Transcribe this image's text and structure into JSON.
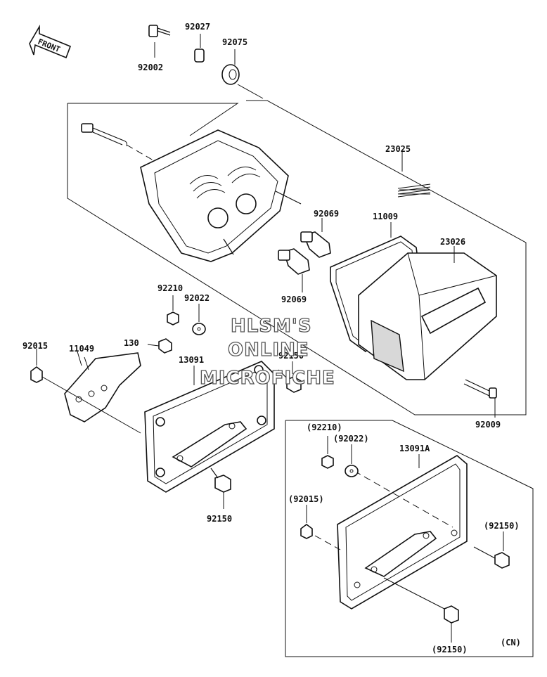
{
  "front_label": "FRONT",
  "watermark": [
    "HLSM'S",
    "ONLINE",
    "MICROFICHE"
  ],
  "region_label": "(CN)",
  "part_labels": {
    "p92002": "92002",
    "p92027": "92027",
    "p92075": "92075",
    "p23025": "23025",
    "p92069a": "92069",
    "p11009": "11009",
    "p23026": "23026",
    "p92069b": "92069",
    "p92210": "92210",
    "p92022": "92022",
    "p92015": "92015",
    "p11049": "11049",
    "p130": "130",
    "p13091": "13091",
    "p92150a": "92150",
    "p92150b": "92150",
    "p92009": "92009",
    "p92210cn": "(92210)",
    "p92022cn": "(92022)",
    "p13091A": "13091A",
    "p92015cn": "(92015)",
    "p92150cn1": "(92150)",
    "p92150cn2": "(92150)"
  },
  "colors": {
    "line": "#111111",
    "fill": "#ffffff",
    "shade": "#d8d8d8"
  }
}
